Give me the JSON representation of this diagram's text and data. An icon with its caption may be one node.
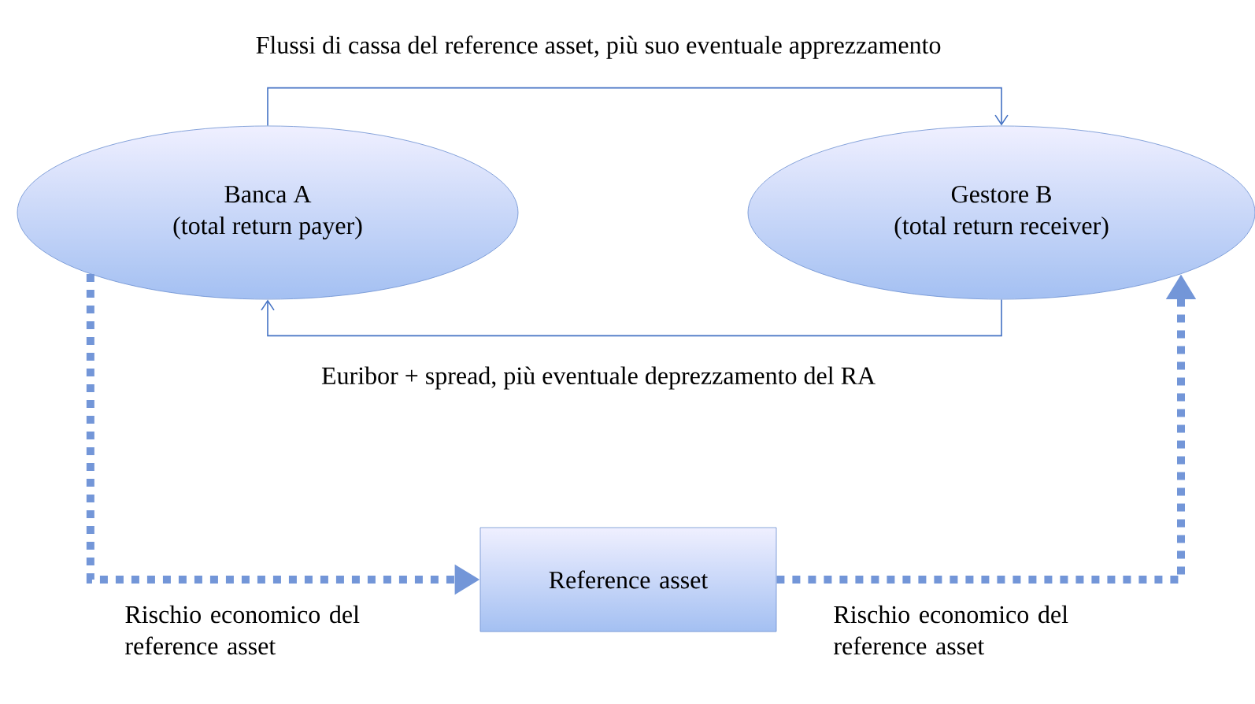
{
  "diagram": {
    "nodes": [
      {
        "text": [
          "Banca A",
          "(total return payer)"
        ]
      },
      {
        "text": [
          "Gestore B",
          "(total return receiver)"
        ]
      },
      {
        "text": [
          "Reference asset"
        ]
      }
    ],
    "edges": [
      {
        "from": 0,
        "to": 1,
        "arrow": "to",
        "label": "Flussi di cassa del reference asset, più suo eventuale apprezzamento"
      },
      {
        "from": 1,
        "to": 0,
        "arrow": "to",
        "label": "Euribor + spread, più eventuale deprezzamento del RA"
      },
      {
        "from": 0,
        "to": 2,
        "arrow": "to",
        "style": "dashed",
        "color": "#7396d8",
        "label": "Rischio economico del reference asset"
      },
      {
        "from": 2,
        "to": 1,
        "arrow": "to",
        "style": "dashed",
        "color": "#7396d8",
        "label": "Rischio economico del reference asset"
      }
    ]
  }
}
